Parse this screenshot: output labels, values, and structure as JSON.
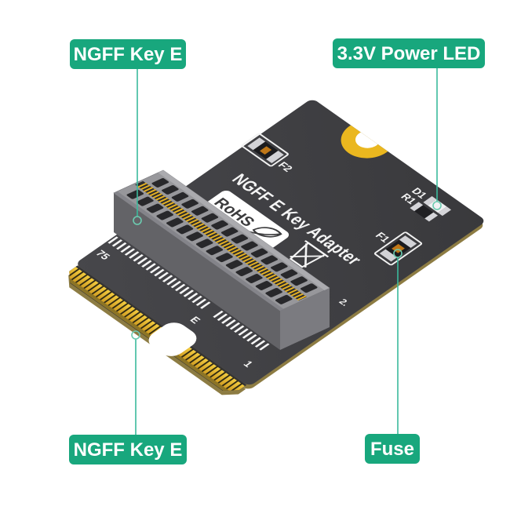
{
  "callouts": {
    "top_left": {
      "label": "NGFF Key E"
    },
    "top_right": {
      "label": "3.3V Power LED"
    },
    "bottom_left": {
      "label": "NGFF Key E"
    },
    "bottom_right": {
      "label": "Fuse"
    }
  },
  "board": {
    "title_silkscreen": "NGFF E Key Adapter",
    "rohs_label": "RoHS",
    "designators": {
      "fuse_top": "F2",
      "led": "D1",
      "resistor": "R1",
      "fuse_right": "F1"
    },
    "pin_markings": {
      "pin75": "75",
      "key_e": "E",
      "pin1": "1",
      "pin2": "2."
    },
    "icons": [
      "rohs-leaf-icon",
      "weee-crossed-bin-icon"
    ]
  },
  "colors": {
    "label_bg": "#18a77d",
    "callout_line": "#3bba9c",
    "callout_ring": "#6ccbb0",
    "pcb": "#3c3c3f",
    "pcb_rim": "#8d7c43",
    "gold_fingers": "#e8bc28",
    "notch_gold": "#eab71f",
    "socket_gray": "#97979b",
    "silkscreen": "#ffffff"
  }
}
